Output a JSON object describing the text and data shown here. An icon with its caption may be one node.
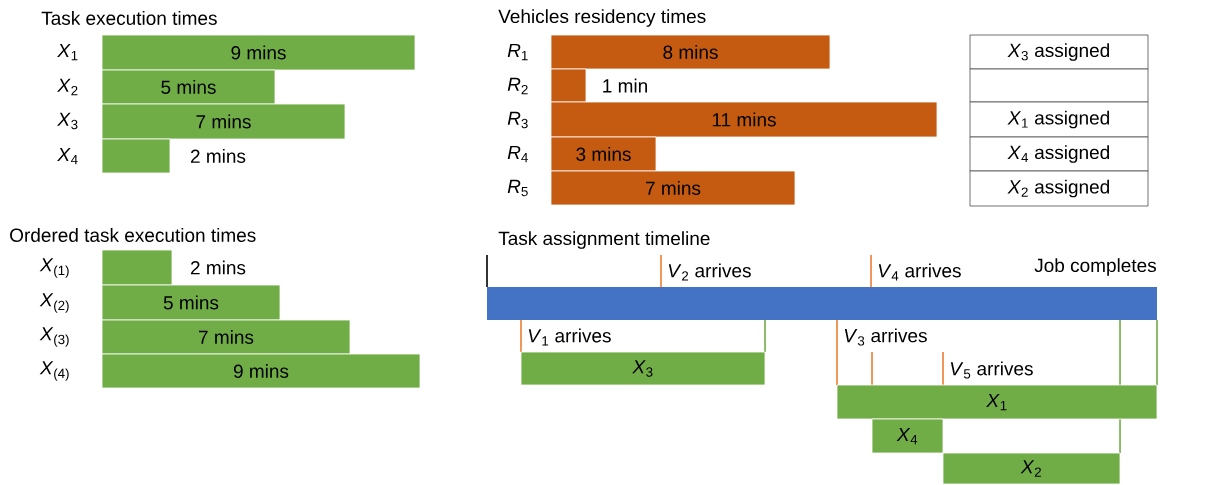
{
  "diagram": {
    "nodes": [
      {
        "text": [
          "9 mins"
        ]
      },
      {
        "text": [
          "5 mins"
        ]
      },
      {
        "text": [
          "7 mins"
        ]
      },
      {
        "text": [],
        "shape": "bar",
        "beside": [
          "2 mins"
        ]
      },
      {
        "text": [
          "8 mins"
        ]
      },
      {
        "text": [],
        "shape": "bar",
        "beside": [
          "1 min"
        ]
      },
      {
        "text": [
          "11 mins"
        ]
      },
      {
        "text": [
          "3 mins"
        ]
      },
      {
        "text": [
          "7 mins"
        ]
      },
      {
        "text": [
          "*X*$_{3}$ assigned"
        ]
      },
      {
        "text": [],
        "shape": "box"
      },
      {
        "text": [
          "*X*$_{1}$ assigned"
        ]
      },
      {
        "text": [
          "*X*$_{4}$ assigned"
        ]
      },
      {
        "text": [
          "*X*$_{2}$ assigned"
        ]
      },
      {
        "text": [],
        "shape": "bar",
        "beside": [
          "2 mins"
        ]
      },
      {
        "text": [
          "5 mins"
        ]
      },
      {
        "text": [
          "7 mins"
        ]
      },
      {
        "text": [
          "9 mins"
        ]
      },
      {
        "text": [],
        "shape": "bar"
      },
      {
        "text": [
          "*X*$_{3}$"
        ]
      },
      {
        "text": [
          "*X*$_{1}$"
        ]
      },
      {
        "text": [
          "*X*$_{4}$"
        ]
      },
      {
        "text": [
          "*X*$_{2}$"
        ]
      }
    ],
    "labels": [
      "Task execution times",
      "*X*$_{1}$",
      "*X*$_{2}$",
      "*X*$_{3}$",
      "*X*$_{4}$",
      "Vehicles residency times",
      "*R*$_{1}$",
      "*R*$_{2}$",
      "*R*$_{3}$",
      "*R*$_{4}$",
      "*R*$_{5}$",
      "Ordered task execution times",
      "*X*$_{(1)}$",
      "*X*$_{(2)}$",
      "*X*$_{(3)}$",
      "*X*$_{(4)}$",
      "Task assignment timeline",
      "*V*$_{2}$ arrives",
      "*V*$_{4}$ arrives",
      "Job completes",
      "*V*$_{1}$ arrives",
      "*V*$_{3}$ arrives",
      "*V*$_{5}$ arrives"
    ]
  }
}
